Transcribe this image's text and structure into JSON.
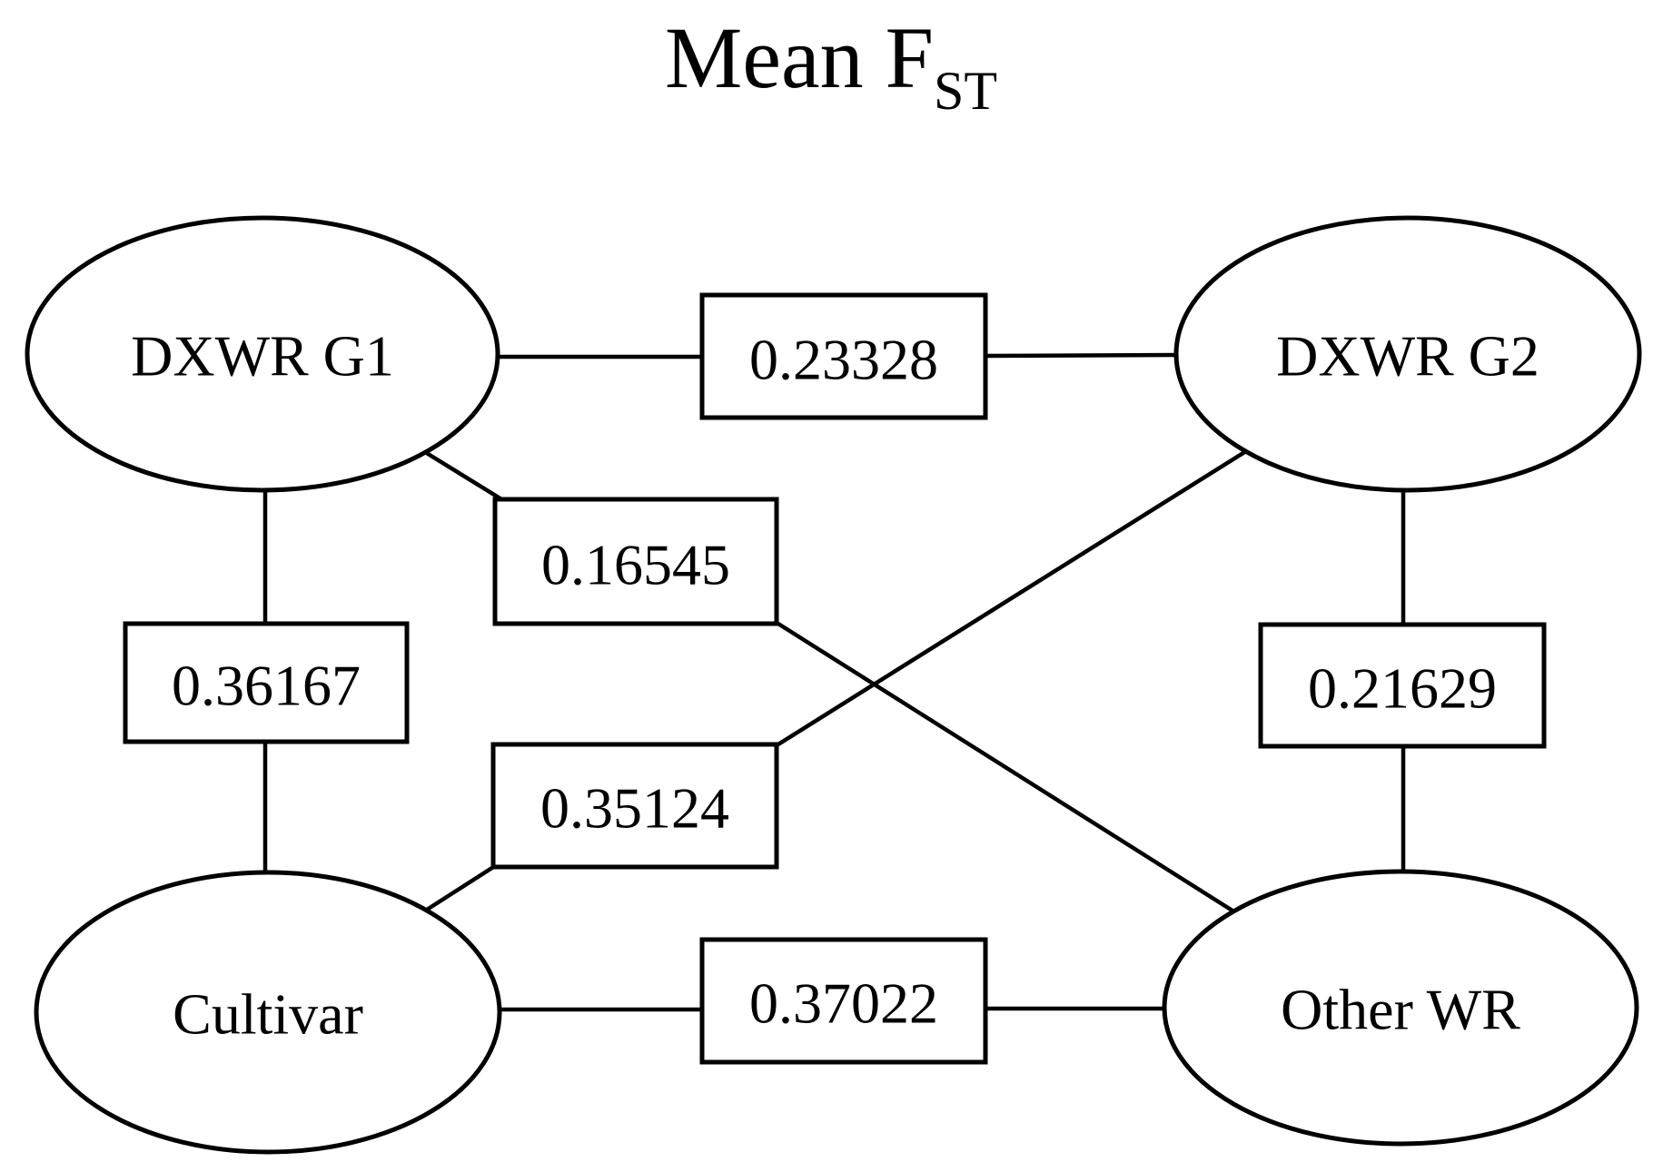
{
  "title": {
    "main": "Mean F",
    "sub": "ST"
  },
  "colors": {
    "ink": "#000000",
    "paper": "#ffffff"
  },
  "diagram": {
    "type": "undirected-network",
    "description_shown_in_pixels_only": false
  },
  "nodes": [
    {
      "id": "dxwr-g1",
      "label": "DXWR G1",
      "position": "top-left"
    },
    {
      "id": "dxwr-g2",
      "label": "DXWR G2",
      "position": "top-right"
    },
    {
      "id": "cultivar",
      "label": "Cultivar",
      "position": "bottom-left"
    },
    {
      "id": "other-wr",
      "label": "Other WR",
      "position": "bottom-right"
    }
  ],
  "edges": [
    {
      "from": "DXWR G1",
      "to": "DXWR G2",
      "value": "0.23328"
    },
    {
      "from": "DXWR G1",
      "to": "Other WR",
      "value": "0.16545"
    },
    {
      "from": "DXWR G1",
      "to": "Cultivar",
      "value": "0.36167"
    },
    {
      "from": "Cultivar",
      "to": "DXWR G2",
      "value": "0.35124"
    },
    {
      "from": "DXWR G2",
      "to": "Other WR",
      "value": "0.21629"
    },
    {
      "from": "Cultivar",
      "to": "Other WR",
      "value": "0.37022"
    }
  ]
}
